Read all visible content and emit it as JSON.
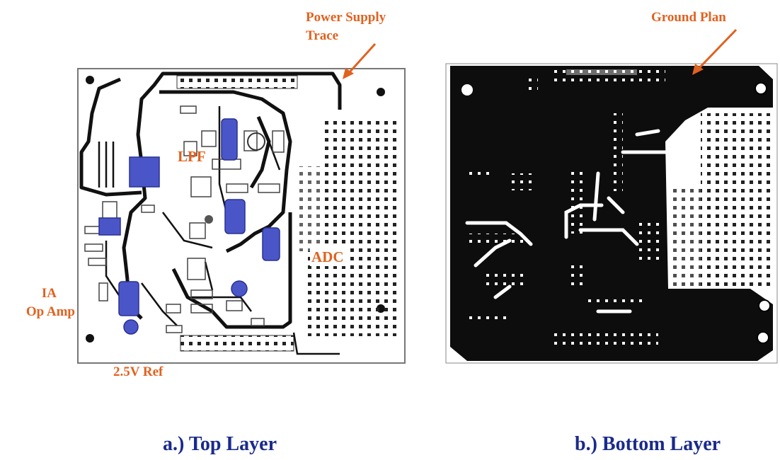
{
  "labels": {
    "power_supply_line1": "Power Supply",
    "power_supply_line2": "Trace",
    "ground_plan": "Ground Plan",
    "lpf": "LPF",
    "adc": "ADC",
    "ia_line1": "IA",
    "ia_line2": "Op Amp",
    "ref": "2.5V Ref"
  },
  "captions": {
    "top_layer": "a.) Top Layer",
    "bottom_layer": "b.) Bottom Layer"
  },
  "colors": {
    "callout": "#e0621f",
    "caption": "#1a2a8c",
    "component_highlight": "#4a56c8",
    "trace": "#111111"
  }
}
